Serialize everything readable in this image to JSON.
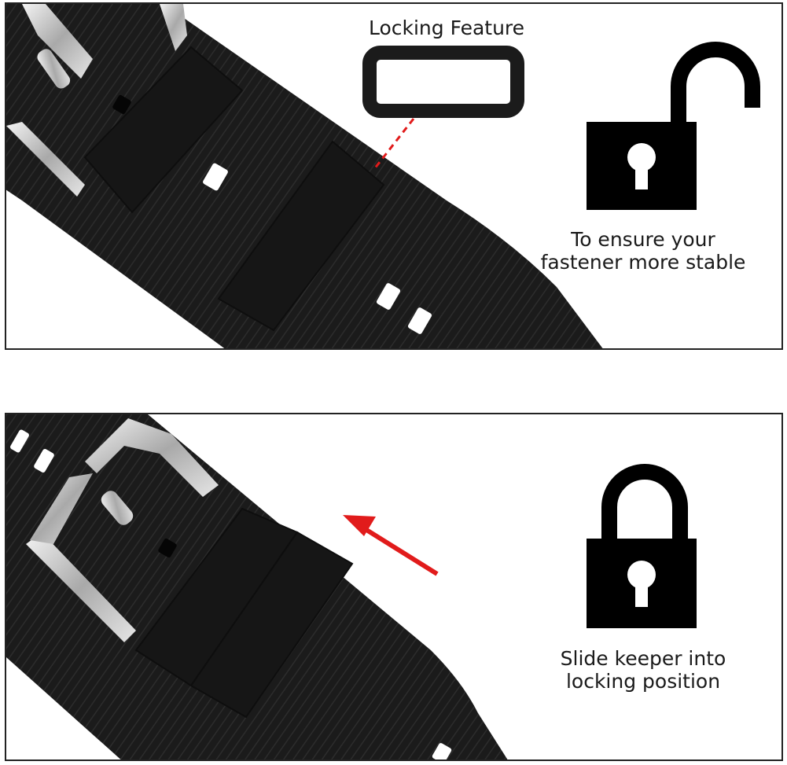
{
  "top_panel": {
    "feature_label": "Locking Feature",
    "caption_line1": "To ensure your",
    "caption_line2": "fastener more stable",
    "lock_state_icon": "unlocked-padlock-icon"
  },
  "bottom_panel": {
    "caption_line1": "Slide keeper into",
    "caption_line2": "locking position",
    "lock_state_icon": "locked-padlock-icon"
  },
  "colors": {
    "strap": "#1b1b1b",
    "strap_texture": "#2a2a2a",
    "buckle": "#cfcfcf",
    "accent_red": "#e11b1b",
    "border": "#222222"
  }
}
